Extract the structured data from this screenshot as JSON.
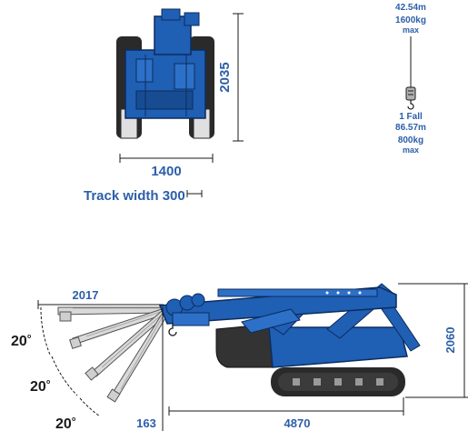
{
  "front_view": {
    "height_label": "2035",
    "width_label": "1400",
    "track_width_label": "Track width 300"
  },
  "hook_info": {
    "top_reach": "42.54m",
    "top_load": "1600kg",
    "top_load_unit": "max",
    "fall_label": "1 Fall",
    "fall_reach": "86.57m",
    "fall_load": "800kg",
    "fall_load_unit": "max"
  },
  "side_view": {
    "jib_length": "2017",
    "angle_1": "20",
    "angle_2": "20",
    "angle_3": "20",
    "degree_symbol": "o",
    "offset_label": "163",
    "length_label": "4870",
    "height_label": "2060"
  },
  "colors": {
    "machine_blue": "#1f5fb4",
    "dim_blue": "#2c5fa8",
    "dark": "#1a1a1a",
    "jib_grey": "#d9d9d9"
  }
}
